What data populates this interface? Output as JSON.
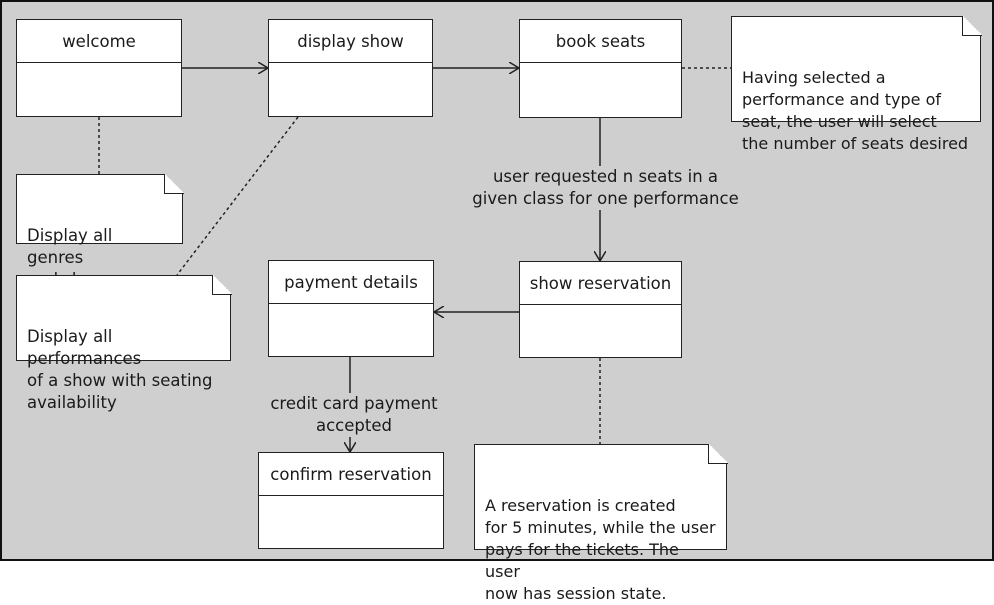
{
  "states": {
    "welcome": "welcome",
    "display_show": "display show",
    "book_seats": "book seats",
    "show_reservation": "show reservation",
    "payment_details": "payment details",
    "confirm_reservation": "confirm reservation"
  },
  "transitions": {
    "user_requested": "user requested n seats in a\ngiven class for one performance",
    "card_accepted": "credit card payment accepted"
  },
  "notes": {
    "genres": "Display all genres\nand shows",
    "performances": "Display all performances\nof a show with seating\navailability",
    "seats_desired": "Having selected a\nperformance and type of\nseat, the user will select\nthe number of seats desired",
    "reservation_created": "A reservation is created\nfor 5 minutes, while the user\npays for the tickets. The user\nnow has session state."
  }
}
